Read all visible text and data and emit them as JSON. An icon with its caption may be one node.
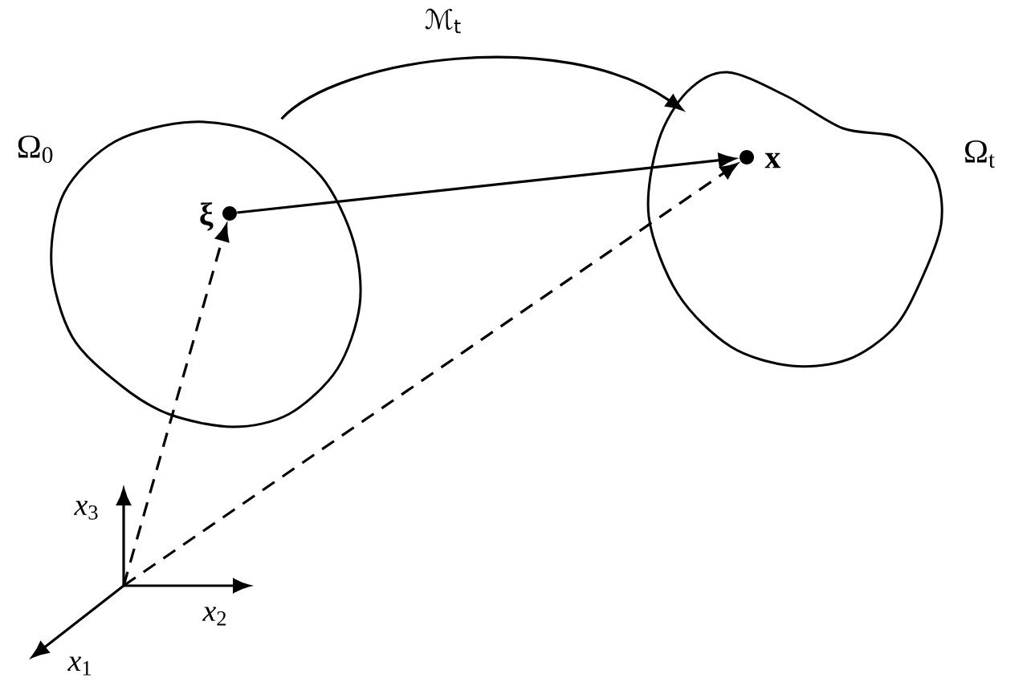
{
  "diagram": {
    "nodes": [
      {
        "text": [
          "Ω$_{0}$"
        ]
      },
      {
        "text": [
          "Ω$_{t}$"
        ]
      },
      {
        "text": [
          "ξ"
        ],
        "in": 0
      },
      {
        "text": [
          "x"
        ],
        "in": 1
      }
    ],
    "edges": [
      {
        "from": 0,
        "to": 1,
        "arrow": "to",
        "label": "ℳ$_{t}$"
      },
      {
        "from": 2,
        "to": 3,
        "arrow": "to"
      },
      {
        "from": null,
        "to": 2,
        "arrow": "to",
        "style": "dashed"
      },
      {
        "from": null,
        "to": 3,
        "arrow": "to",
        "style": "dashed"
      }
    ],
    "labels": [
      "*x*$_{3}$",
      "*x*$_{2}$",
      "*x*$_{1}$"
    ]
  }
}
